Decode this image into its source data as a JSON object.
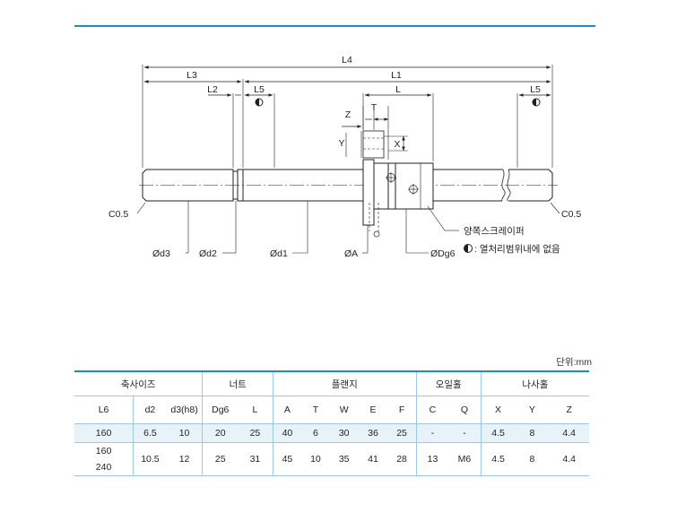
{
  "drawing": {
    "dims": {
      "L4": "L4",
      "L3": "L3",
      "L1": "L1",
      "L2": "L2",
      "L5_left": "L5",
      "L": "L",
      "L5_right": "L5",
      "Z": "Z",
      "T": "T",
      "Y": "Y",
      "X": "X"
    },
    "chamfer_left": "C0.5",
    "chamfer_right": "C0.5",
    "bottom_labels": {
      "d3": "Ød3",
      "d2": "Ød2",
      "d1": "Ød1",
      "A": "ØA",
      "Dg6": "ØDg6"
    },
    "scraper_note": "양쪽스크레이퍼",
    "heat_treat_note": ": 열처리범위내에 없음"
  },
  "unit_note": "단위:mm",
  "table": {
    "groups": {
      "shaft": "축사이즈",
      "nut": "너트",
      "flange": "플랜지",
      "oil_hole": "오일홀",
      "screw_hole": "나사홀"
    },
    "headers": {
      "L6": "L6",
      "d2": "d2",
      "d3": "d3(h8)",
      "Dg6": "Dg6",
      "L": "L",
      "A": "A",
      "T": "T",
      "W": "W",
      "E": "E",
      "F": "F",
      "C": "C",
      "Q": "Q",
      "X": "X",
      "Y": "Y",
      "Z": "Z"
    },
    "rows": [
      {
        "L6": [
          "160"
        ],
        "d2": "6.5",
        "d3": "10",
        "Dg6": "20",
        "L": "25",
        "A": "40",
        "T": "6",
        "W": "30",
        "E": "36",
        "F": "25",
        "C": "-",
        "Q": "-",
        "X": "4.5",
        "Y": "8",
        "Z": "4.4"
      },
      {
        "L6": [
          "160",
          "240"
        ],
        "d2": "10.5",
        "d3": "12",
        "Dg6": "25",
        "L": "31",
        "A": "45",
        "T": "10",
        "W": "35",
        "E": "41",
        "F": "28",
        "C": "13",
        "Q": "M6",
        "X": "4.5",
        "Y": "8",
        "Z": "4.4"
      }
    ]
  }
}
